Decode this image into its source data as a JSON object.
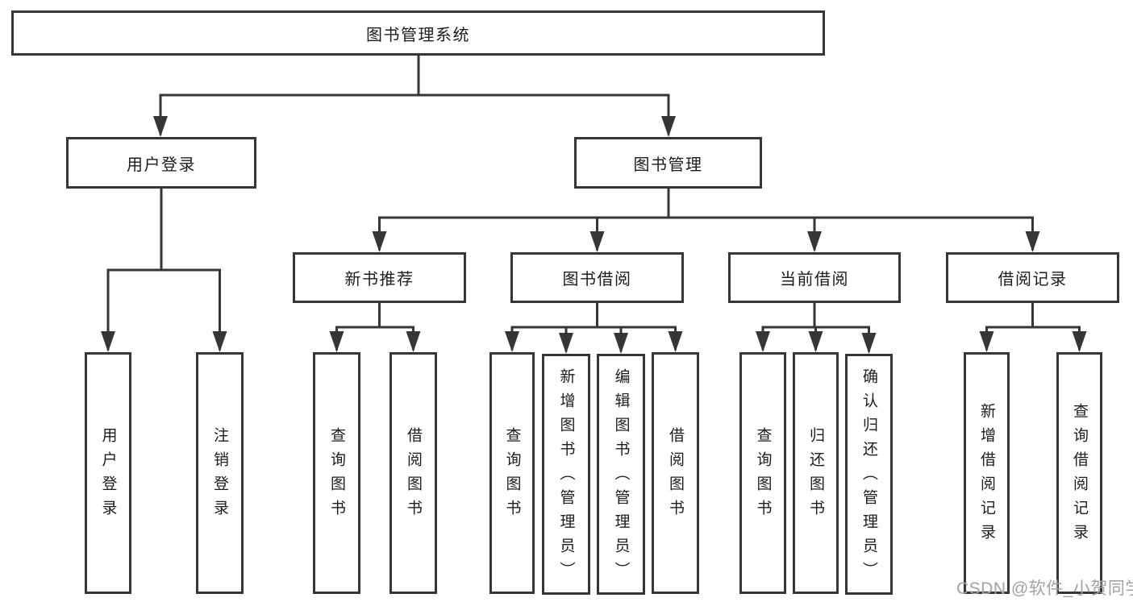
{
  "diagram_type": "function-structure-tree",
  "tree": {
    "root": {
      "label": "图书管理系统",
      "children": [
        {
          "label": "用户登录",
          "children": [
            {
              "label": "用户登录"
            },
            {
              "label": "注销登录"
            }
          ]
        },
        {
          "label": "图书管理",
          "children": [
            {
              "label": "新书推荐",
              "children": [
                {
                  "label": "查询图书"
                },
                {
                  "label": "借阅图书"
                }
              ]
            },
            {
              "label": "图书借阅",
              "children": [
                {
                  "label": "查询图书"
                },
                {
                  "label": "新增图书（管理员）"
                },
                {
                  "label": "编辑图书（管理员）"
                },
                {
                  "label": "借阅图书"
                }
              ]
            },
            {
              "label": "当前借阅",
              "children": [
                {
                  "label": "查询图书"
                },
                {
                  "label": "归还图书"
                },
                {
                  "label": "确认归还（管理员）"
                }
              ]
            },
            {
              "label": "借阅记录",
              "children": [
                {
                  "label": "新增借阅记录"
                },
                {
                  "label": "查询借阅记录"
                }
              ]
            }
          ]
        }
      ]
    }
  },
  "watermark": {
    "text": "CSDN @软件_小贺同学"
  },
  "colors": {
    "line": "#363636",
    "box_border": "#363636",
    "text": "#1c1c1c",
    "watermark": "#a2a2a2",
    "background": "#ffffff"
  }
}
